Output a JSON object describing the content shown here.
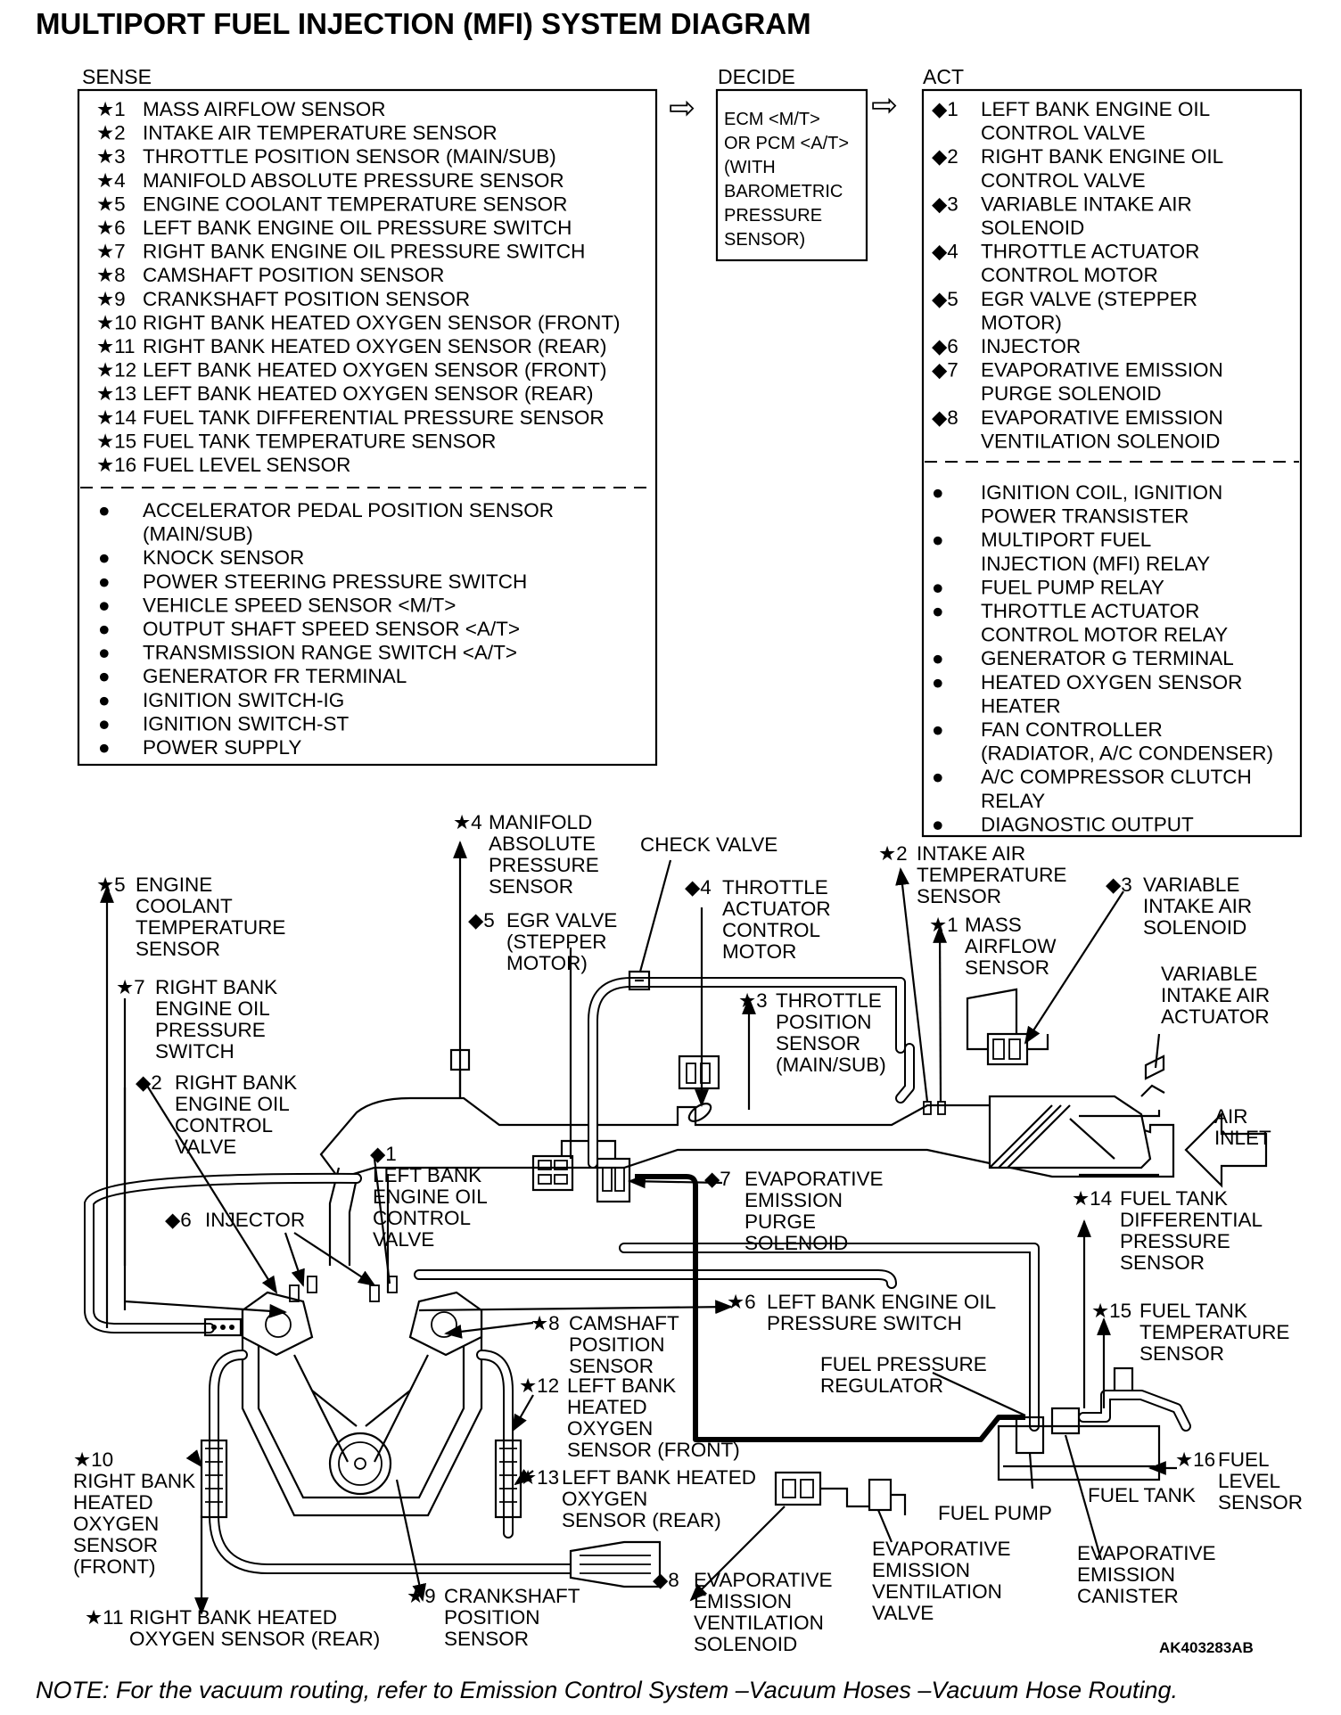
{
  "title": "MULTIPORT FUEL INJECTION (MFI) SYSTEM DIAGRAM",
  "sections": {
    "sense": "SENSE",
    "decide": "DECIDE",
    "act": "ACT"
  },
  "symbols": {
    "star": "★",
    "diamond": "◆",
    "bullet": "●"
  },
  "arrow_glyph": "⇨",
  "sense_star_items": [
    {
      "num": "1",
      "text": "MASS AIRFLOW SENSOR"
    },
    {
      "num": "2",
      "text": "INTAKE AIR TEMPERATURE SENSOR"
    },
    {
      "num": "3",
      "text": "THROTTLE POSITION SENSOR (MAIN/SUB)"
    },
    {
      "num": "4",
      "text": "MANIFOLD ABSOLUTE PRESSURE SENSOR"
    },
    {
      "num": "5",
      "text": "ENGINE COOLANT TEMPERATURE SENSOR"
    },
    {
      "num": "6",
      "text": "LEFT BANK ENGINE OIL PRESSURE SWITCH"
    },
    {
      "num": "7",
      "text": "RIGHT BANK ENGINE OIL PRESSURE SWITCH"
    },
    {
      "num": "8",
      "text": "CAMSHAFT POSITION SENSOR"
    },
    {
      "num": "9",
      "text": "CRANKSHAFT POSITION SENSOR"
    },
    {
      "num": "10",
      "text": "RIGHT BANK HEATED OXYGEN SENSOR (FRONT)"
    },
    {
      "num": "11",
      "text": "RIGHT BANK HEATED OXYGEN SENSOR (REAR)"
    },
    {
      "num": "12",
      "text": "LEFT BANK HEATED OXYGEN SENSOR (FRONT)"
    },
    {
      "num": "13",
      "text": "LEFT BANK HEATED OXYGEN SENSOR (REAR)"
    },
    {
      "num": "14",
      "text": "FUEL TANK DIFFERENTIAL PRESSURE SENSOR"
    },
    {
      "num": "15",
      "text": "FUEL TANK TEMPERATURE SENSOR"
    },
    {
      "num": "16",
      "text": "FUEL LEVEL SENSOR"
    }
  ],
  "sense_bullet_items": [
    [
      "ACCELERATOR PEDAL POSITION SENSOR",
      "(MAIN/SUB)"
    ],
    [
      "KNOCK SENSOR"
    ],
    [
      "POWER STEERING PRESSURE SWITCH"
    ],
    [
      "VEHICLE SPEED SENSOR <M/T>"
    ],
    [
      "OUTPUT SHAFT SPEED SENSOR <A/T>"
    ],
    [
      "TRANSMISSION RANGE SWITCH <A/T>"
    ],
    [
      "GENERATOR FR TERMINAL"
    ],
    [
      "IGNITION SWITCH-IG"
    ],
    [
      "IGNITION SWITCH-ST"
    ],
    [
      "POWER SUPPLY"
    ]
  ],
  "decide_lines": [
    "ECM <M/T>",
    "OR PCM <A/T>",
    "(WITH",
    "BAROMETRIC",
    "PRESSURE",
    "SENSOR)"
  ],
  "act_diamond_items": [
    {
      "num": "1",
      "lines": [
        "LEFT BANK ENGINE OIL",
        "CONTROL VALVE"
      ]
    },
    {
      "num": "2",
      "lines": [
        "RIGHT BANK ENGINE OIL",
        "CONTROL VALVE"
      ]
    },
    {
      "num": "3",
      "lines": [
        "VARIABLE INTAKE AIR",
        "SOLENOID"
      ]
    },
    {
      "num": "4",
      "lines": [
        "THROTTLE ACTUATOR",
        "CONTROL MOTOR"
      ]
    },
    {
      "num": "5",
      "lines": [
        "EGR VALVE (STEPPER",
        "MOTOR)"
      ]
    },
    {
      "num": "6",
      "lines": [
        "INJECTOR"
      ]
    },
    {
      "num": "7",
      "lines": [
        "EVAPORATIVE EMISSION",
        "PURGE SOLENOID"
      ]
    },
    {
      "num": "8",
      "lines": [
        "EVAPORATIVE EMISSION",
        "VENTILATION SOLENOID"
      ]
    }
  ],
  "act_bullet_items": [
    [
      "IGNITION COIL, IGNITION",
      "POWER TRANSISTER"
    ],
    [
      "MULTIPORT FUEL",
      "INJECTION (MFI) RELAY"
    ],
    [
      "FUEL PUMP RELAY"
    ],
    [
      "THROTTLE ACTUATOR",
      "CONTROL MOTOR RELAY"
    ],
    [
      "GENERATOR G TERMINAL"
    ],
    [
      "HEATED OXYGEN SENSOR",
      "HEATER"
    ],
    [
      "FAN CONTROLLER",
      "(RADIATOR, A/C CONDENSER)"
    ],
    [
      "A/C COMPRESSOR CLUTCH",
      "RELAY"
    ],
    [
      "DIAGNOSTIC OUTPUT"
    ]
  ],
  "labels": {
    "map_sensor": {
      "sym": "★4",
      "lines": [
        "MANIFOLD",
        "ABSOLUTE",
        "PRESSURE",
        "SENSOR"
      ]
    },
    "check_valve": {
      "lines": [
        "CHECK VALVE"
      ]
    },
    "iat_sensor": {
      "sym": "★2",
      "lines": [
        "INTAKE AIR",
        "TEMPERATURE",
        "SENSOR"
      ]
    },
    "ect_sensor": {
      "sym": "★5",
      "lines": [
        "ENGINE",
        "COOLANT",
        "TEMPERATURE",
        "SENSOR"
      ]
    },
    "throttle_actuator": {
      "sym": "◆4",
      "lines": [
        "THROTTLE",
        "ACTUATOR",
        "CONTROL",
        "MOTOR"
      ]
    },
    "maf_sensor": {
      "sym": "★1",
      "lines": [
        "MASS",
        "AIRFLOW",
        "SENSOR"
      ]
    },
    "vias_solenoid": {
      "sym": "◆3",
      "lines": [
        "VARIABLE",
        "INTAKE AIR",
        "SOLENOID"
      ]
    },
    "egr_valve": {
      "sym": "◆5",
      "lines": [
        "EGR VALVE",
        "(STEPPER",
        "MOTOR)"
      ]
    },
    "vias_actuator": {
      "lines": [
        "VARIABLE",
        "INTAKE AIR",
        "ACTUATOR"
      ]
    },
    "rb_oil_switch": {
      "sym": "★7",
      "lines": [
        "RIGHT BANK",
        "ENGINE OIL",
        "PRESSURE",
        "SWITCH"
      ]
    },
    "tps": {
      "sym": "★3",
      "lines": [
        "THROTTLE",
        "POSITION",
        "SENSOR",
        "(MAIN/SUB)"
      ]
    },
    "rb_oil_valve": {
      "sym": "◆2",
      "lines": [
        "RIGHT BANK",
        "ENGINE OIL",
        "CONTROL",
        "VALVE"
      ]
    },
    "air_inlet": {
      "lines": [
        "AIR",
        "INLET"
      ]
    },
    "lb_oil_valve": {
      "sym": "◆1",
      "lines": [
        "LEFT BANK",
        "ENGINE OIL",
        "CONTROL",
        "VALVE"
      ]
    },
    "purge_solenoid": {
      "sym": "◆7",
      "lines": [
        "EVAPORATIVE",
        "EMISSION",
        "PURGE",
        "SOLENOID"
      ]
    },
    "injector": {
      "sym": "◆6",
      "lines": [
        "INJECTOR"
      ]
    },
    "fuel_tank_dp": {
      "sym": "★14",
      "lines": [
        "FUEL TANK",
        "DIFFERENTIAL",
        "PRESSURE",
        "SENSOR"
      ]
    },
    "lb_oil_switch": {
      "sym": "★6",
      "lines": [
        "LEFT BANK ENGINE OIL",
        "PRESSURE SWITCH"
      ]
    },
    "fuel_tank_temp": {
      "sym": "★15",
      "lines": [
        "FUEL TANK",
        "TEMPERATURE",
        "SENSOR"
      ]
    },
    "cam_sensor": {
      "sym": "★8",
      "lines": [
        "CAMSHAFT",
        "POSITION",
        "SENSOR"
      ]
    },
    "fuel_pressure_reg": {
      "lines": [
        "FUEL PRESSURE",
        "REGULATOR"
      ]
    },
    "lb_o2_front": {
      "sym": "★12",
      "lines": [
        "LEFT BANK",
        "HEATED",
        "OXYGEN",
        "SENSOR (FRONT)"
      ]
    },
    "rb_o2_front": {
      "sym": "★10",
      "lines": [
        "RIGHT BANK",
        "HEATED",
        "OXYGEN",
        "SENSOR",
        "(FRONT)"
      ]
    },
    "lb_o2_rear": {
      "sym": "★13",
      "lines": [
        "LEFT BANK HEATED",
        "OXYGEN",
        "SENSOR (REAR)"
      ]
    },
    "fuel_level": {
      "sym": "★16",
      "lines": [
        "FUEL",
        "LEVEL",
        "SENSOR"
      ]
    },
    "fuel_tank": {
      "lines": [
        "FUEL TANK"
      ]
    },
    "fuel_pump": {
      "lines": [
        "FUEL PUMP"
      ]
    },
    "vent_valve": {
      "lines": [
        "EVAPORATIVE",
        "EMISSION",
        "VENTILATION",
        "VALVE"
      ]
    },
    "canister": {
      "lines": [
        "EVAPORATIVE",
        "EMISSION",
        "CANISTER"
      ]
    },
    "crank_sensor": {
      "sym": "★9",
      "lines": [
        "CRANKSHAFT",
        "POSITION",
        "SENSOR"
      ]
    },
    "vent_solenoid": {
      "sym": "◆8",
      "lines": [
        "EVAPORATIVE",
        "EMISSION",
        "VENTILATION",
        "SOLENOID"
      ]
    },
    "rb_o2_rear": {
      "sym": "★11",
      "lines": [
        "RIGHT BANK HEATED",
        "OXYGEN SENSOR (REAR)"
      ]
    }
  },
  "figure_code": "AK403283AB",
  "note": "NOTE: For the vacuum routing, refer to Emission Control System –Vacuum Hoses –Vacuum Hose Routing."
}
